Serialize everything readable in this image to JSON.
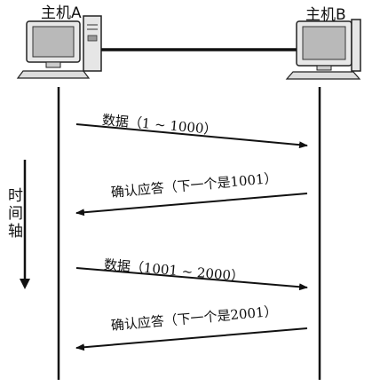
{
  "hosts": {
    "a_label": "主机A",
    "b_label": "主机B"
  },
  "time_axis": {
    "chars": [
      "时",
      "间",
      "轴"
    ]
  },
  "messages": [
    {
      "label": "数据（1 ~ 1000）",
      "direction": "A-to-B"
    },
    {
      "label": "确认应答（下一个是1001）",
      "direction": "B-to-A"
    },
    {
      "label": "数据（1001 ~ 2000）",
      "direction": "A-to-B"
    },
    {
      "label": "确认应答（下一个是2001）",
      "direction": "B-to-A"
    }
  ]
}
